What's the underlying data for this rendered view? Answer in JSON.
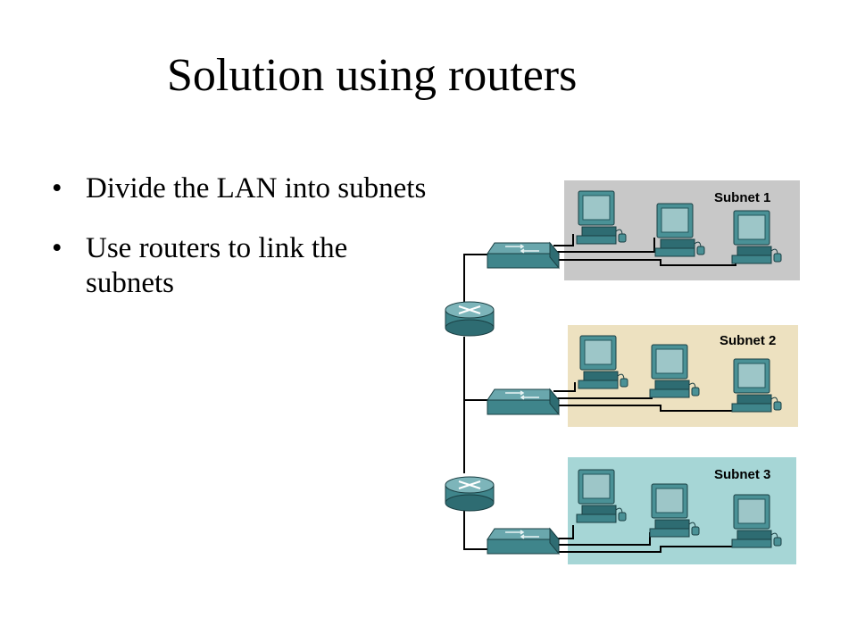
{
  "slide": {
    "title": "Solution using routers",
    "bullets": [
      "Divide the LAN into subnets",
      "Use routers to link the subnets"
    ]
  },
  "diagram": {
    "subnets": [
      {
        "label": "Subnet 1",
        "color": "#c8c8c8"
      },
      {
        "label": "Subnet 2",
        "color": "#ede1c0"
      },
      {
        "label": "Subnet 3",
        "color": "#a6d6d6"
      }
    ],
    "device_icons": [
      "computer-icon",
      "switch-icon",
      "router-icon"
    ],
    "line_color": "#000000"
  }
}
